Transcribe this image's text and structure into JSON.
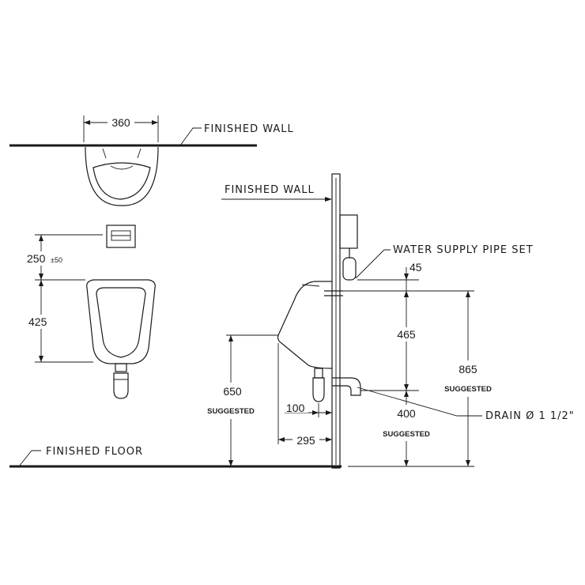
{
  "labels": {
    "finished_wall_top": "FINISHED WALL",
    "finished_wall_side": "FINISHED WALL",
    "finished_floor": "FINISHED FLOOR",
    "water_supply": "WATER SUPPLY PIPE SET",
    "drain": "DRAIN Ø 1 1/2\""
  },
  "dimensions": {
    "width_360": "360",
    "d250": "250",
    "tol": "±50",
    "d425": "425",
    "d650": "650",
    "suggested_650": "SUGGESTED",
    "d45": "45",
    "d465": "465",
    "d865": "865",
    "suggested_865": "SUGGESTED",
    "d100": "100",
    "d400": "400",
    "suggested_400": "SUGGESTED",
    "d295": "295"
  }
}
